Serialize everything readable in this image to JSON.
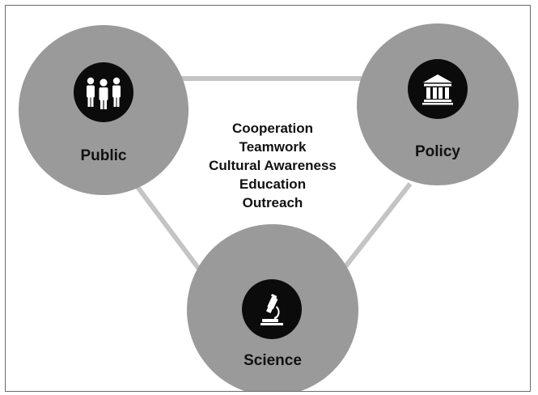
{
  "nodes": {
    "public": {
      "label": "Public",
      "icon": "people-icon"
    },
    "policy": {
      "label": "Policy",
      "icon": "government-building-icon"
    },
    "science": {
      "label": "Science",
      "icon": "microscope-icon"
    }
  },
  "center_terms": [
    "Cooperation",
    "Teamwork",
    "Cultural Awareness",
    "Education",
    "Outreach"
  ],
  "colors": {
    "circle_fill": "#9a9a9a",
    "connector": "#c4c4c4",
    "icon_bg": "#0b0b0b",
    "icon_fg": "#ffffff",
    "text": "#111111"
  }
}
